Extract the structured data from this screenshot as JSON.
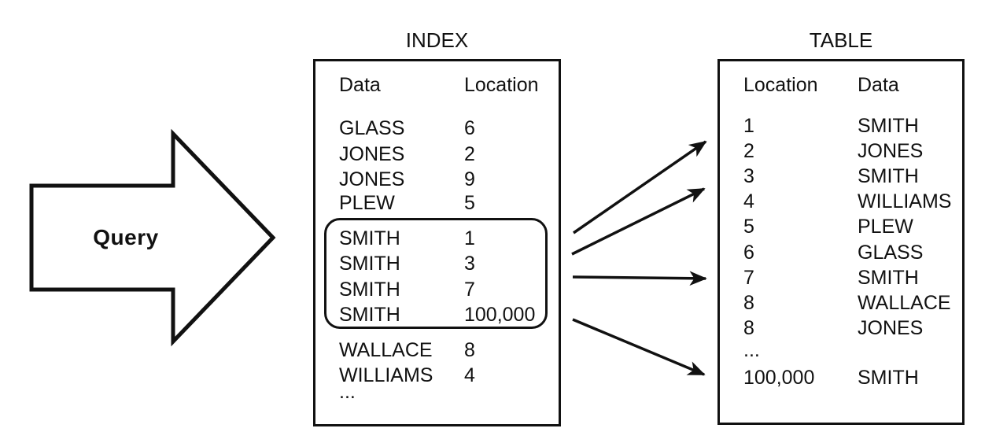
{
  "colors": {
    "background": "#ffffff",
    "ink": "#111111"
  },
  "query_arrow": {
    "label": "Query"
  },
  "index": {
    "title": "INDEX",
    "columns": {
      "col1": "Data",
      "col2": "Location"
    },
    "rows": [
      {
        "data": "GLASS",
        "location": "6"
      },
      {
        "data": "JONES",
        "location": "2"
      },
      {
        "data": "JONES",
        "location": "9"
      },
      {
        "data": "PLEW",
        "location": "5"
      },
      {
        "data": "SMITH",
        "location": "1"
      },
      {
        "data": "SMITH",
        "location": "3"
      },
      {
        "data": "SMITH",
        "location": "7"
      },
      {
        "data": "SMITH",
        "location": "100,000"
      },
      {
        "data": "WALLACE",
        "location": "8"
      },
      {
        "data": "WILLIAMS",
        "location": "4"
      },
      {
        "data": "...",
        "location": ""
      }
    ],
    "highlighted_group": "SMITH entries (1, 3, 7, 100,000)"
  },
  "table": {
    "title": "TABLE",
    "columns": {
      "col1": "Location",
      "col2": "Data"
    },
    "rows": [
      {
        "location": "1",
        "data": "SMITH"
      },
      {
        "location": "2",
        "data": "JONES"
      },
      {
        "location": "3",
        "data": "SMITH"
      },
      {
        "location": "4",
        "data": "WILLIAMS"
      },
      {
        "location": "5",
        "data": "PLEW"
      },
      {
        "location": "6",
        "data": "GLASS"
      },
      {
        "location": "7",
        "data": "SMITH"
      },
      {
        "location": "8",
        "data": "WALLACE"
      },
      {
        "location": "8",
        "data": "JONES"
      },
      {
        "location": "...",
        "data": ""
      },
      {
        "location": "100,000",
        "data": "SMITH"
      }
    ]
  },
  "connections": {
    "count": 4,
    "from": "highlighted SMITH index entries",
    "to_locations": [
      "1",
      "3",
      "7",
      "100,000"
    ]
  }
}
